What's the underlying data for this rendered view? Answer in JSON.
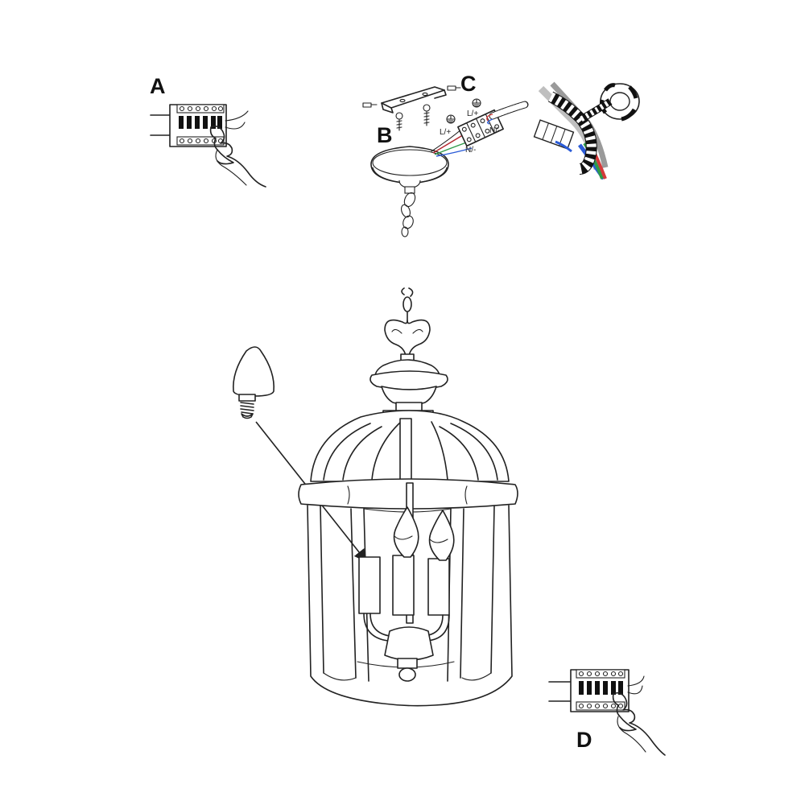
{
  "steps": {
    "a": {
      "letter": "A"
    },
    "b": {
      "letter": "B"
    },
    "c": {
      "letter": "C",
      "labels": [
        "L/+",
        "N/-",
        "L/+",
        "N/-"
      ]
    },
    "d": {
      "letter": "D"
    }
  },
  "icons": {
    "terminal_block_top": "terminal-block-icon",
    "ceiling_kit": "ceiling-mount-kit-icon",
    "insulation_tape": "insulation-tape-icon",
    "lantern": "lantern-pendant-icon",
    "bulb": "candle-bulb-icon",
    "terminal_block_bottom": "terminal-block-icon"
  },
  "wire_colors": {
    "live": "#b3262e",
    "neutral": "#2a5bd7",
    "earth": "#2e9a4a",
    "red": "#d43a3a"
  }
}
